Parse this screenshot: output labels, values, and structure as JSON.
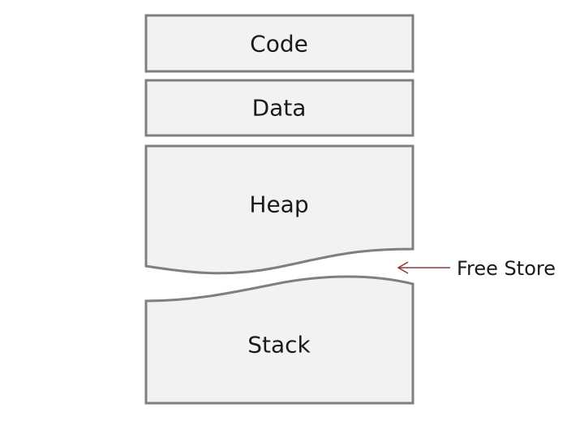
{
  "segments": {
    "code": "Code",
    "data": "Data",
    "heap": "Heap",
    "stack": "Stack"
  },
  "free_store": {
    "label": "Free Store"
  },
  "colors": {
    "fill": "#f2f2f2",
    "stroke": "#7f7f7f",
    "arrow": "#8b3a3a",
    "text": "#1a1a1a"
  }
}
